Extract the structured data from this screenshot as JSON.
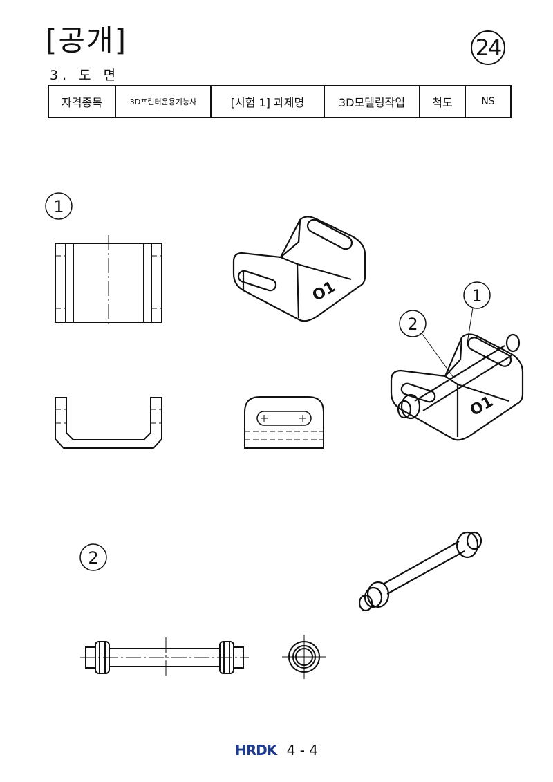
{
  "header": {
    "title": "[공개]",
    "subtitle": "3. 도 면",
    "page_number": "24"
  },
  "info_table": {
    "cells": [
      "자격종목",
      "3D프린터운용기능사",
      "[시험 1] 과제명",
      "3D모델링작업",
      "척도",
      "NS"
    ]
  },
  "drawing": {
    "part1_label": "1",
    "part2_label": "2",
    "assembly_label_1": "1",
    "assembly_label_2": "2",
    "engraving_text": "O1"
  },
  "footer": {
    "logo": "HRDK",
    "page": "4 - 4"
  }
}
